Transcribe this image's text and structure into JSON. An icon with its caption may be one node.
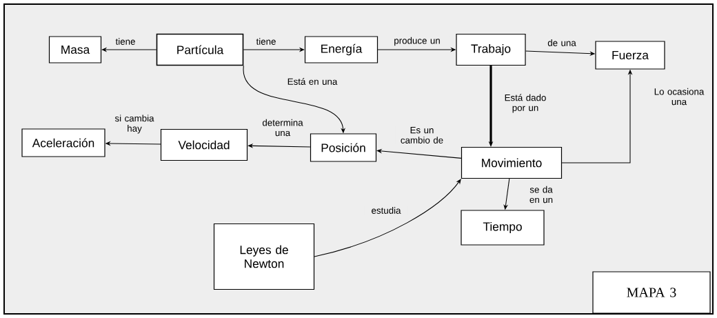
{
  "diagram": {
    "nodes": [
      {
        "text": [
          "Masa"
        ]
      },
      {
        "text": [
          "Partícula"
        ]
      },
      {
        "text": [
          "Energía"
        ]
      },
      {
        "text": [
          "Trabajo"
        ]
      },
      {
        "text": [
          "Fuerza"
        ]
      },
      {
        "text": [
          "Aceleración"
        ]
      },
      {
        "text": [
          "Velocidad"
        ]
      },
      {
        "text": [
          "Posición"
        ]
      },
      {
        "text": [
          "Movimiento"
        ]
      },
      {
        "text": [
          "Tiempo"
        ]
      },
      {
        "text": [
          "Leyes de Newton"
        ]
      },
      {
        "text": [
          "MAPA 3"
        ]
      }
    ],
    "edges": [
      {
        "from": 1,
        "to": 0,
        "arrow": "to",
        "label": "tiene"
      },
      {
        "from": 1,
        "to": 2,
        "arrow": "to",
        "label": "tiene"
      },
      {
        "from": 2,
        "to": 3,
        "arrow": "to",
        "label": "produce un"
      },
      {
        "from": 3,
        "to": 4,
        "arrow": "to",
        "label": "de una"
      },
      {
        "from": 1,
        "to": 7,
        "arrow": "to",
        "label": "Está en una"
      },
      {
        "from": 3,
        "to": 8,
        "arrow": "to",
        "label": "Está dado por un",
        "style": "thick"
      },
      {
        "from": 8,
        "to": 4,
        "arrow": "to",
        "label": "Lo ocasiona una"
      },
      {
        "from": 8,
        "to": 7,
        "arrow": "to",
        "label": "Es un cambio de"
      },
      {
        "from": 7,
        "to": 6,
        "arrow": "to",
        "label": "determina una"
      },
      {
        "from": 6,
        "to": 5,
        "arrow": "to",
        "label": "si cambia hay"
      },
      {
        "from": 8,
        "to": 9,
        "arrow": "to",
        "label": "se da en un"
      },
      {
        "from": 10,
        "to": 8,
        "arrow": "to",
        "label": "estudia"
      }
    ]
  }
}
